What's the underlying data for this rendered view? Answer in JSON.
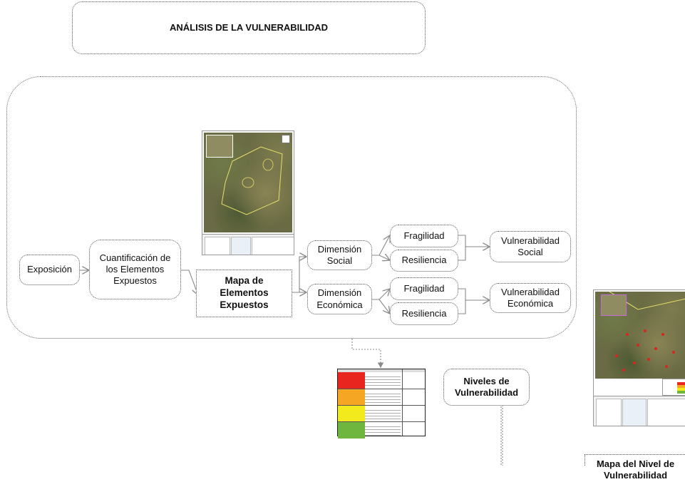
{
  "title": "ANÁLISIS DE LA VULNERABILIDAD",
  "nodes": {
    "exposicion": "Exposición",
    "cuantificacion": "Cuantificación de\nlos Elementos\nExpuestos",
    "mapa_elementos": "Mapa de\nElementos\nExpuestos",
    "dim_social": "Dimensión\nSocial",
    "dim_economica": "Dimensión\nEconómica",
    "fragilidad_social": "Fragilidad",
    "resiliencia_social": "Resiliencia",
    "fragilidad_economica": "Fragilidad",
    "resiliencia_economica": "Resiliencia",
    "vuln_social": "Vulnerabilidad\nSocial",
    "vuln_economica": "Vulnerabilidad\nEconómica",
    "niveles": "Niveles de\nVulnerabilidad",
    "mapa_nivel": "Mapa del Nivel de\nVulnerabilidad"
  },
  "colors": {
    "muy_alto": "#e8251f",
    "alto": "#f5a623",
    "medio": "#f2ea1d",
    "bajo": "#6fb63e",
    "connector": "#8a8a8a"
  },
  "icons": [
    "satellite-map-image",
    "level-table-image",
    "vulnerability-map-image"
  ]
}
